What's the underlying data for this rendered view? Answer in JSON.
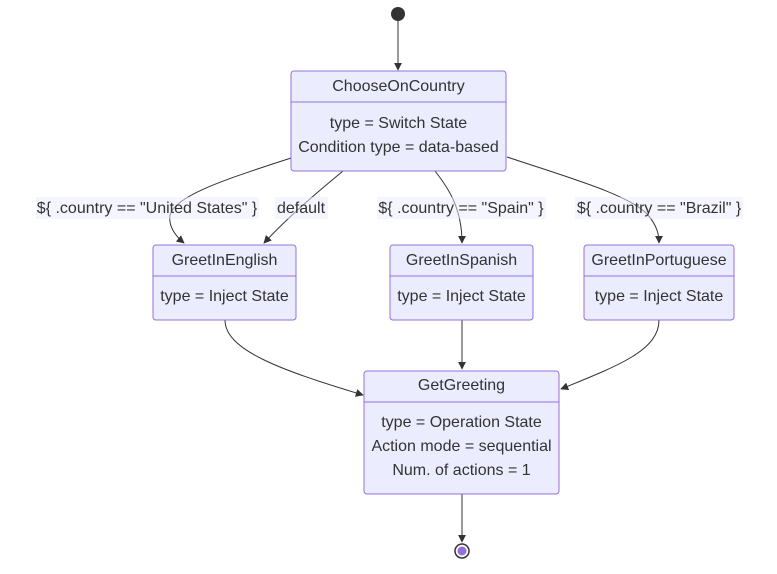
{
  "diagram": {
    "states": {
      "choose": {
        "title": "ChooseOnCountry",
        "details": [
          "type = Switch State",
          "Condition type = data-based"
        ]
      },
      "english": {
        "title": "GreetInEnglish",
        "details": [
          "type = Inject State"
        ]
      },
      "spanish": {
        "title": "GreetInSpanish",
        "details": [
          "type = Inject State"
        ]
      },
      "portuguese": {
        "title": "GreetInPortuguese",
        "details": [
          "type = Inject State"
        ]
      },
      "greeting": {
        "title": "GetGreeting",
        "details": [
          "type = Operation State",
          "Action mode = sequential",
          "Num. of actions = 1"
        ]
      }
    },
    "transitions": {
      "us": "${ .country == \"United States\" }",
      "default": "default",
      "spain": "${ .country == \"Spain\" }",
      "brazil": "${ .country == \"Brazil\" }"
    },
    "colors": {
      "node_fill": "#ECECFF",
      "node_border": "#9370DB",
      "edge": "#333333",
      "end_inner": "#9370DB"
    }
  }
}
